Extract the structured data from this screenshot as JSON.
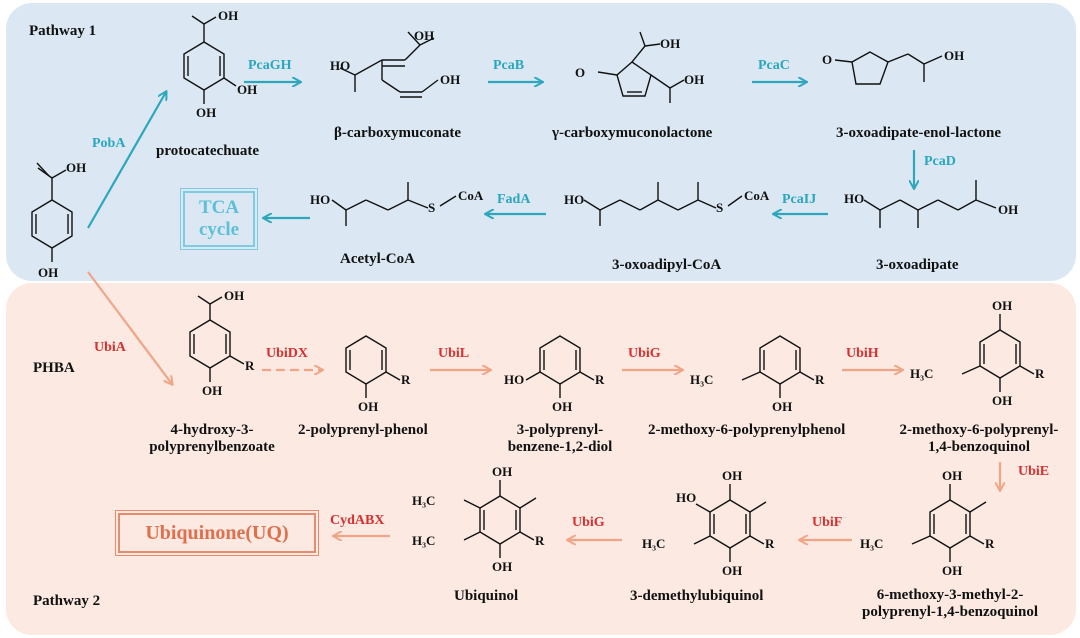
{
  "pathways": {
    "pathway1": "Pathway 1",
    "pathway2": "Pathway 2",
    "substrate": "PHBA"
  },
  "compounds": {
    "protocatechuate": "protocatechuate",
    "b_carboxymuconate": "β-carboxymuconate",
    "g_carboxymuconolactone": "γ-carboxymuconolactone",
    "oxoadipate_enol_lactone": "3-oxoadipate-enol-lactone",
    "oxoadipate": "3-oxoadipate",
    "oxoadipyl_coa": "3-oxoadipyl-CoA",
    "acetyl_coa": "Acetyl-CoA",
    "hydroxy_polyprenylbenzoate": "4-hydroxy-3-polyprenylbenzoate",
    "polyprenyl_phenol": "2-polyprenyl-phenol",
    "polyprenyl_benzenediol": "3-polyprenyl-benzene-1,2-diol",
    "methoxy_polyprenylphenol": "2-methoxy-6-polyprenylphenol",
    "methoxy_polyprenyl_benzoquinol": "2-methoxy-6-polyprenyl-1,4-benzoquinol",
    "methoxy_methyl_polyprenyl_benzoquinol": "6-methoxy-3-methyl-2-polyprenyl-1,4-benzoquinol",
    "demethylubiquinol": "3-demethylubiquinol",
    "ubiquinol": "Ubiquinol"
  },
  "label_lines": {
    "hpb_1": "4-hydroxy-3-",
    "hpb_2": "polyprenylbenzoate",
    "pbd_1": "3-polyprenyl-",
    "pbd_2": "benzene-1,2-diol",
    "mpb_1": "2-methoxy-6-polyprenyl-",
    "mpb_2": "1,4-benzoquinol",
    "mmpb_1": "6-methoxy-3-methyl-2-",
    "mmpb_2": "polyprenyl-1,4-benzoquinol"
  },
  "endpoints": {
    "tca_1": "TCA",
    "tca_2": "cycle",
    "ubiquinone": "Ubiquinone(UQ)"
  },
  "enzymes": {
    "PobA": "PobA",
    "PcaGH": "PcaGH",
    "PcaB": "PcaB",
    "PcaC": "PcaC",
    "PcaD": "PcaD",
    "PcaIJ": "PcaIJ",
    "FadA": "FadA",
    "UbiA": "UbiA",
    "UbiDX": "UbiDX",
    "UbiL": "UbiL",
    "UbiG_1": "UbiG",
    "UbiH": "UbiH",
    "UbiE": "UbiE",
    "UbiF": "UbiF",
    "UbiG_2": "UbiG",
    "CydABX": "CydABX"
  },
  "atoms": {
    "OH": "OH",
    "O": "O",
    "HO": "HO",
    "R": "R",
    "CoA": "CoA",
    "S": "S",
    "H3C": "H₃C"
  },
  "colors": {
    "pathway1_bg": "#dbe8f3",
    "pathway2_bg": "#fbe9e2",
    "pathway1_arrow": "#2ea7bd",
    "pathway2_arrow": "#f0a587",
    "pathway1_enzyme": "#2aa6bf",
    "pathway2_enzyme": "#d63030"
  }
}
